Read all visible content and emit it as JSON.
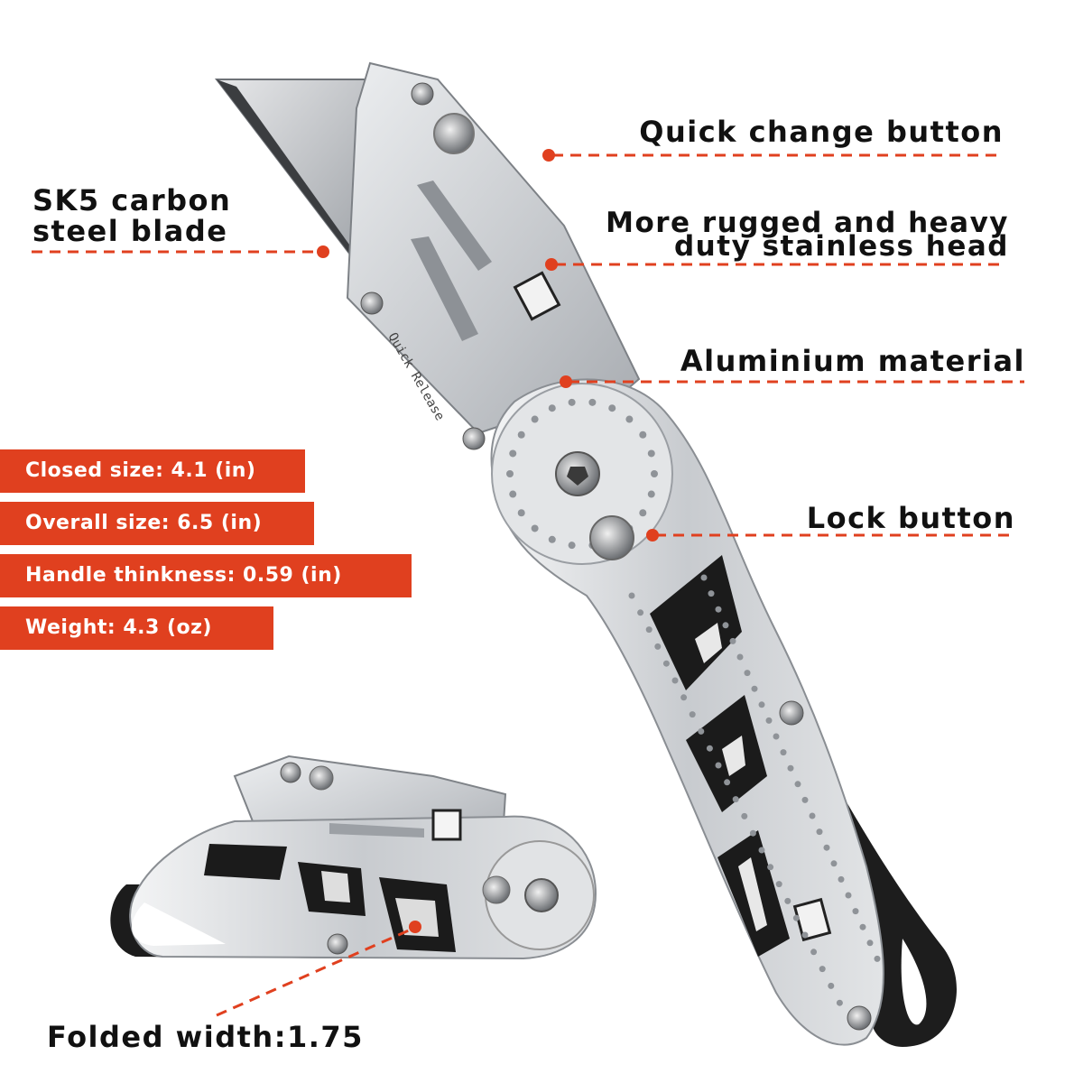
{
  "callouts": {
    "quick_change": "Quick change button",
    "blade_line1": "SK5 carbon",
    "blade_line2": "steel blade",
    "head_line1": "More rugged and heavy",
    "head_line2": "duty stainless head",
    "aluminium": "Aluminium material",
    "lock": "Lock button",
    "folded": "Folded width:1.75"
  },
  "specs": [
    "Closed size: 4.1 (in)",
    "Overall size: 6.5 (in)",
    "Handle thinkness: 0.59 (in)",
    "Weight: 4.3 (oz)"
  ],
  "engravings": {
    "quick_release": "Quick Release"
  },
  "colors": {
    "accent": "#e0401f",
    "text": "#111111",
    "steel": "#c9ccd0",
    "rubber": "#1a1a1a"
  }
}
